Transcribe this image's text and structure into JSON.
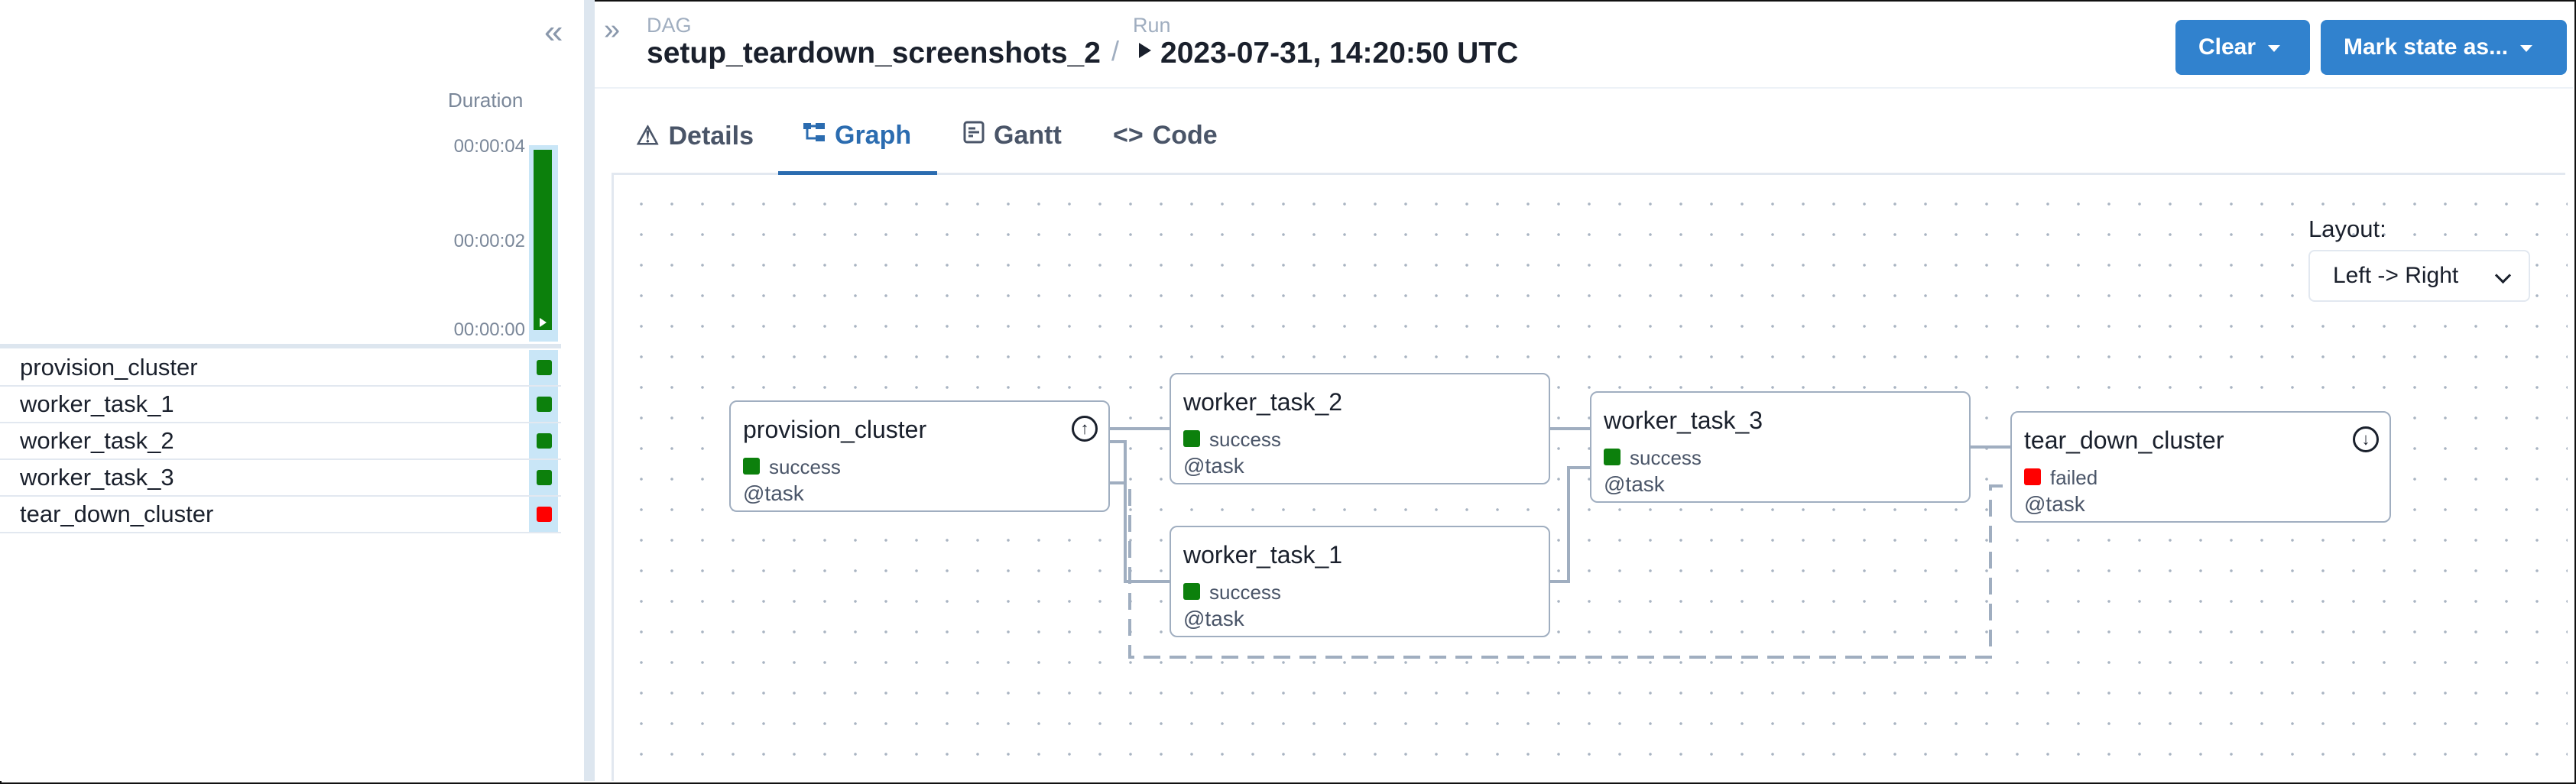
{
  "left_panel": {
    "duration_label": "Duration",
    "ticks": [
      "00:00:04",
      "00:00:02",
      "00:00:00"
    ],
    "tasks": [
      {
        "name": "provision_cluster",
        "state": "success"
      },
      {
        "name": "worker_task_1",
        "state": "success"
      },
      {
        "name": "worker_task_2",
        "state": "success"
      },
      {
        "name": "worker_task_3",
        "state": "success"
      },
      {
        "name": "tear_down_cluster",
        "state": "failed"
      }
    ]
  },
  "header": {
    "dag_label": "DAG",
    "dag_id": "setup_teardown_screenshots_2",
    "separator": "/",
    "run_label": "Run",
    "run_id": "2023-07-31, 14:20:50 UTC",
    "clear_button": "Clear",
    "mark_state_button": "Mark state as..."
  },
  "tabs": [
    {
      "label": "Details",
      "icon": "warning-icon",
      "active": false
    },
    {
      "label": "Graph",
      "icon": "graph-icon",
      "active": true
    },
    {
      "label": "Gantt",
      "icon": "gantt-icon",
      "active": false
    },
    {
      "label": "Code",
      "icon": "code-icon",
      "active": false
    }
  ],
  "graph": {
    "layout_label": "Layout:",
    "layout_value": "Left -> Right",
    "nodes": [
      {
        "id": "provision_cluster",
        "title": "provision_cluster",
        "status": "success",
        "operator": "@task",
        "icon": "setup-arrow-up-icon"
      },
      {
        "id": "worker_task_2",
        "title": "worker_task_2",
        "status": "success",
        "operator": "@task"
      },
      {
        "id": "worker_task_1",
        "title": "worker_task_1",
        "status": "success",
        "operator": "@task"
      },
      {
        "id": "worker_task_3",
        "title": "worker_task_3",
        "status": "success",
        "operator": "@task"
      },
      {
        "id": "tear_down_cluster",
        "title": "tear_down_cluster",
        "status": "failed",
        "operator": "@task",
        "icon": "teardown-arrow-down-icon"
      }
    ]
  },
  "colors": {
    "success": "#0c800c",
    "failed": "#ff0000",
    "primary_button": "#3182ce",
    "active_tab": "#2b6cb0"
  }
}
